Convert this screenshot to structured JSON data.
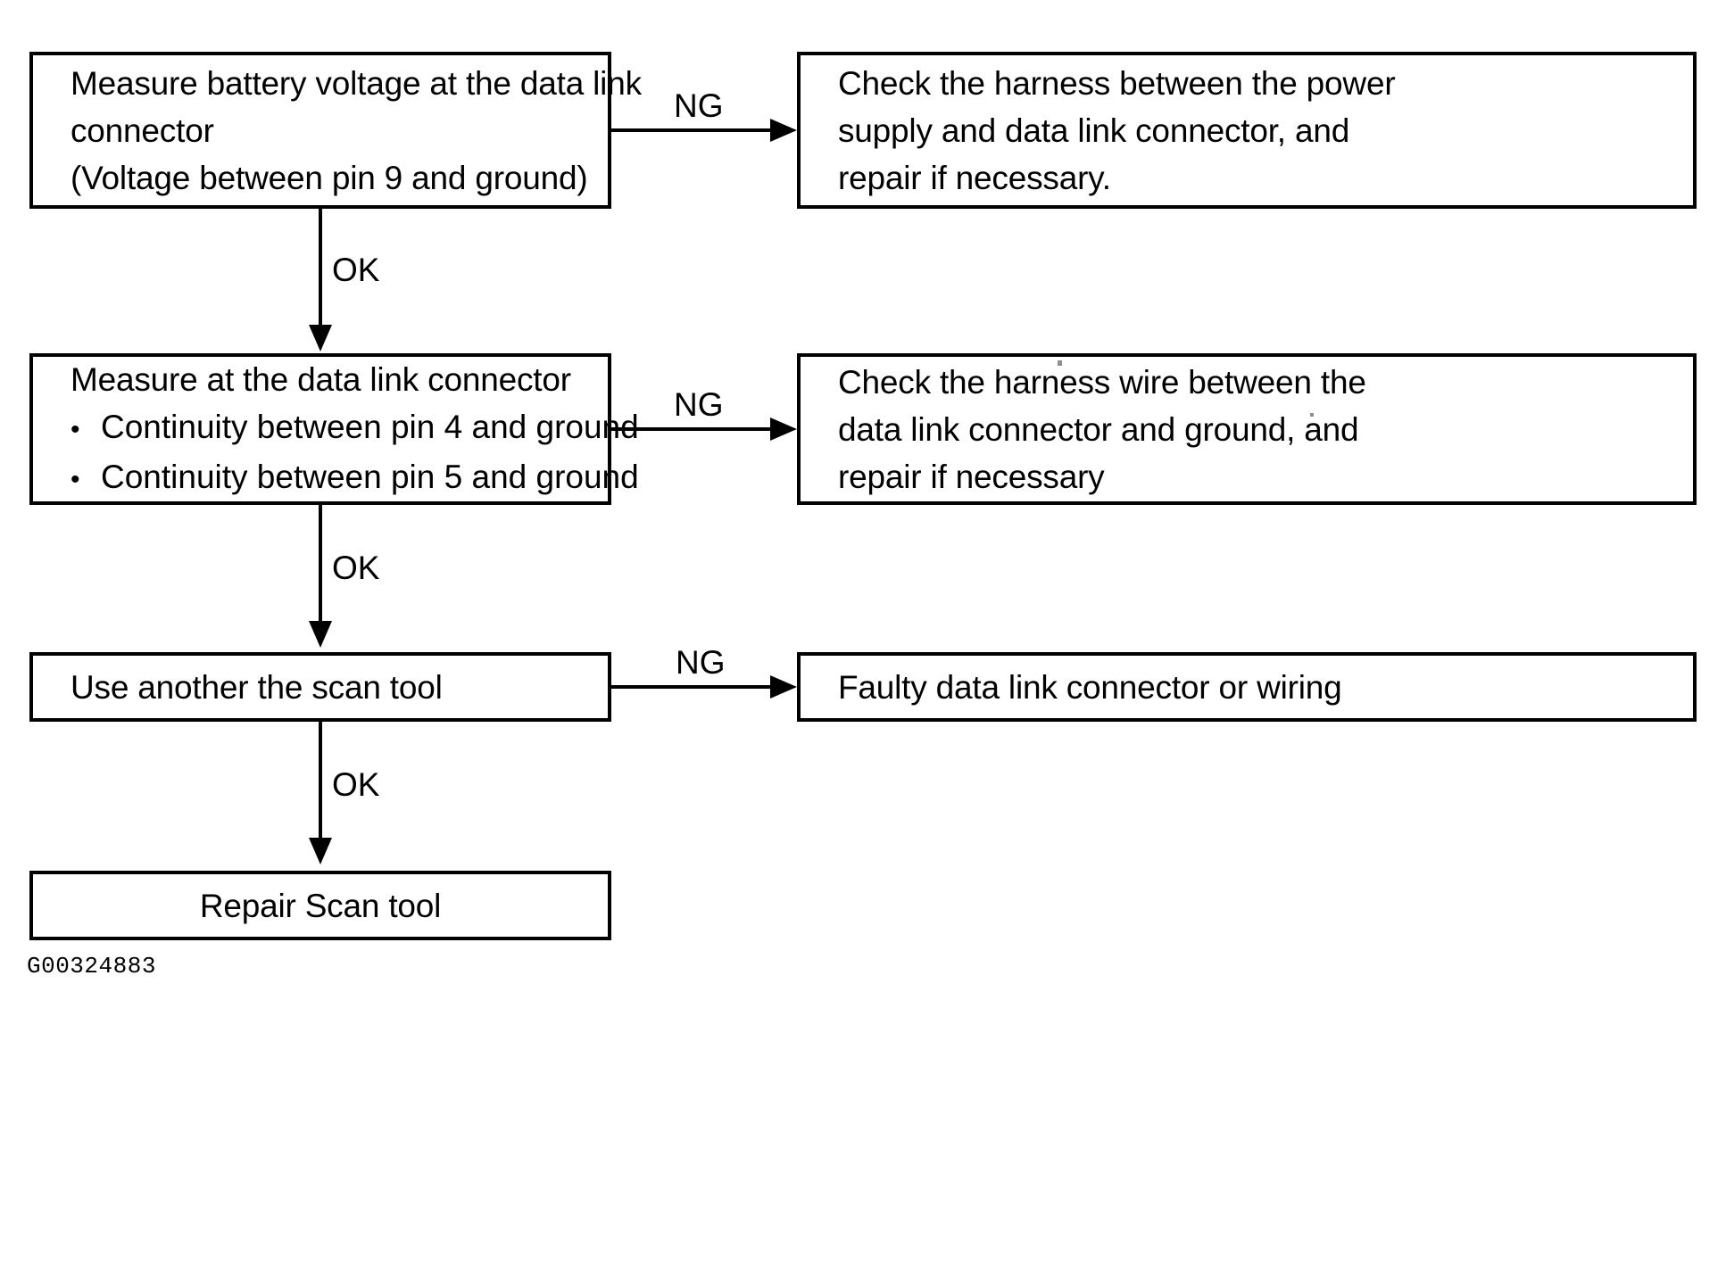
{
  "figure": {
    "code": "G00324883",
    "type": "diagnostic-flowchart",
    "title": "Data link connector diagnostic flow"
  },
  "nodes": {
    "step1": {
      "lines": [
        "Measure battery voltage at the data link",
        "connector",
        "(Voltage between pin 9 and ground)"
      ]
    },
    "step1_ng": {
      "lines": [
        "Check the harness between the power",
        "supply and data link connector, and",
        "repair if necessary."
      ]
    },
    "step2": {
      "heading": "Measure at the data link connector",
      "bullet": "•",
      "bullets": [
        "Continuity between pin 4 and ground",
        "Continuity between pin 5 and ground"
      ]
    },
    "step2_ng": {
      "lines": [
        "Check the harness wire between the",
        "data link connector and ground, and",
        "repair if necessary"
      ]
    },
    "step3": {
      "lines": [
        "Use another the scan tool"
      ]
    },
    "step3_ng": {
      "lines": [
        "Faulty data link connector or wiring"
      ]
    },
    "step4": {
      "lines": [
        "Repair Scan tool"
      ]
    }
  },
  "edges": {
    "ng1": "NG",
    "ng2": "NG",
    "ng3": "NG",
    "ok1": "OK",
    "ok2": "OK",
    "ok3": "OK"
  },
  "colors": {
    "ink": "#000000",
    "paper": "#ffffff"
  }
}
